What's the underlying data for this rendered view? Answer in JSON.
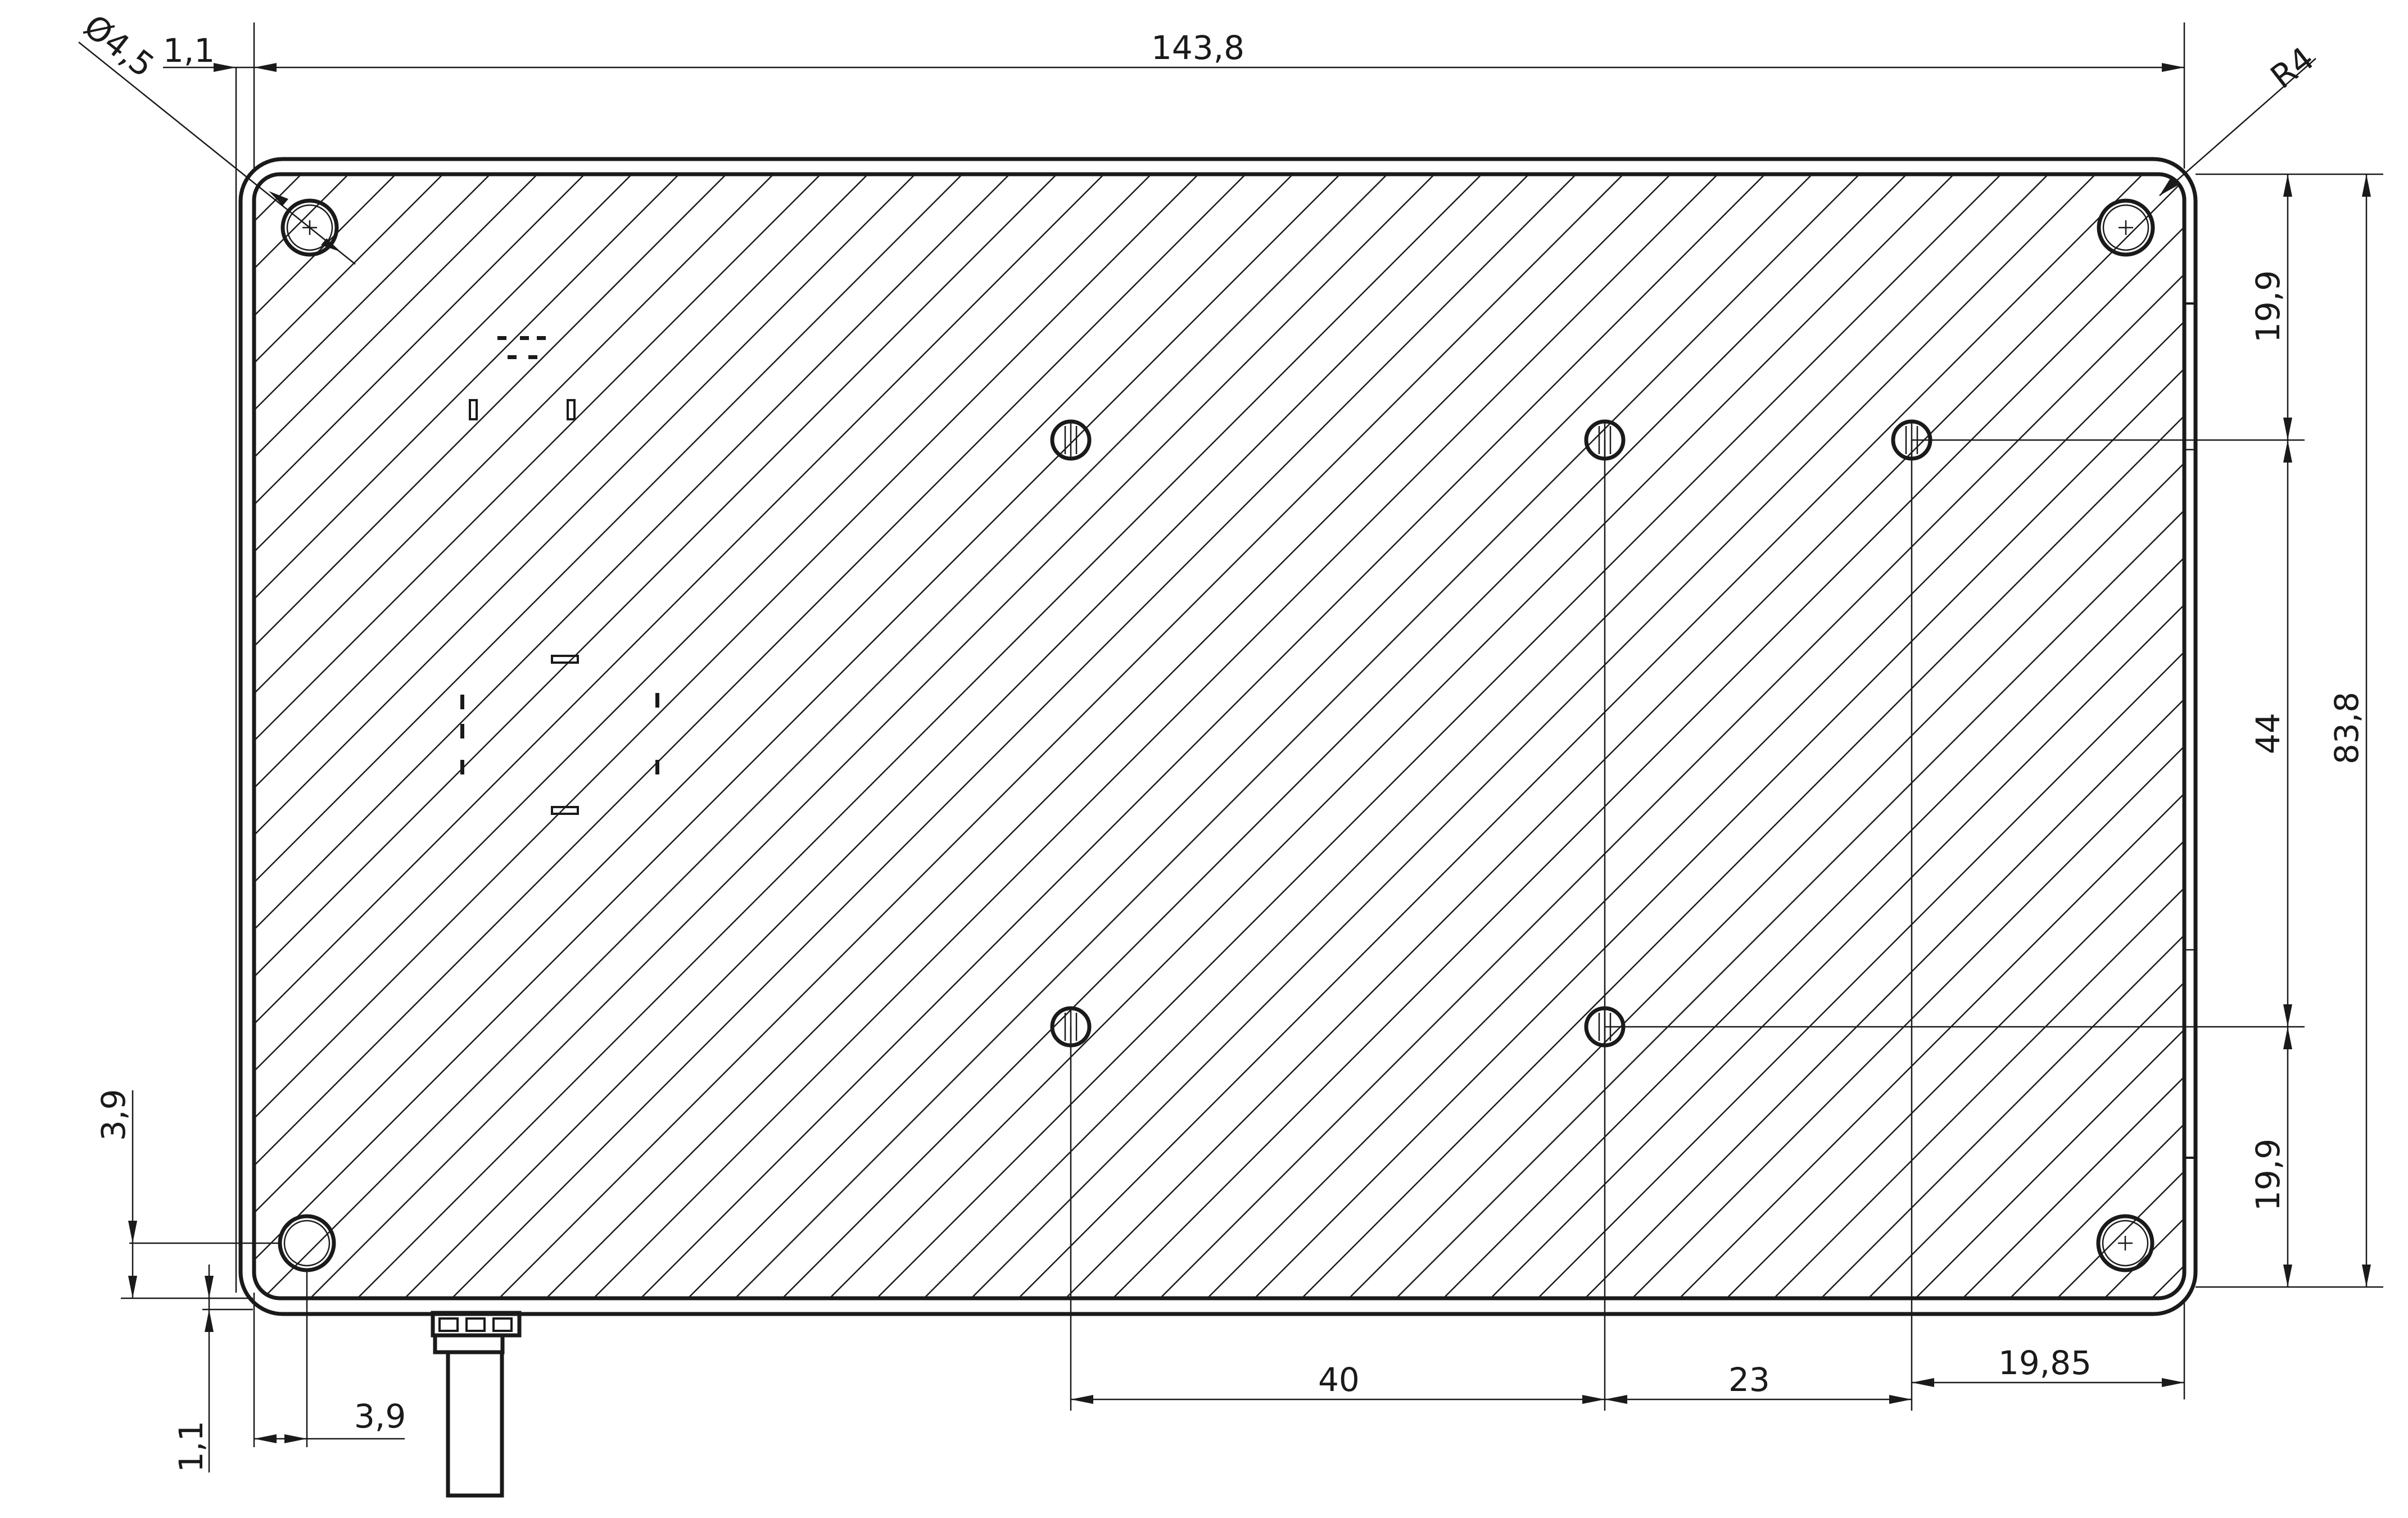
{
  "dimensions": {
    "hole_diameter": "Ø4,5",
    "left_offset_top": "1,1",
    "overall_width": "143,8",
    "corner_radius": "R4",
    "right_top_pitch": "19,9",
    "right_middle_pitch": "44",
    "overall_height": "83,8",
    "right_bottom_pitch": "19,9",
    "left_hole_height": "3,9",
    "left_offset_bottom": "1,1",
    "hole_inset_x": "3,9",
    "spacing_40": "40",
    "spacing_23": "23",
    "spacing_1985": "19,85"
  },
  "colors": {
    "line": "#1a1a1a",
    "background": "#ffffff"
  }
}
